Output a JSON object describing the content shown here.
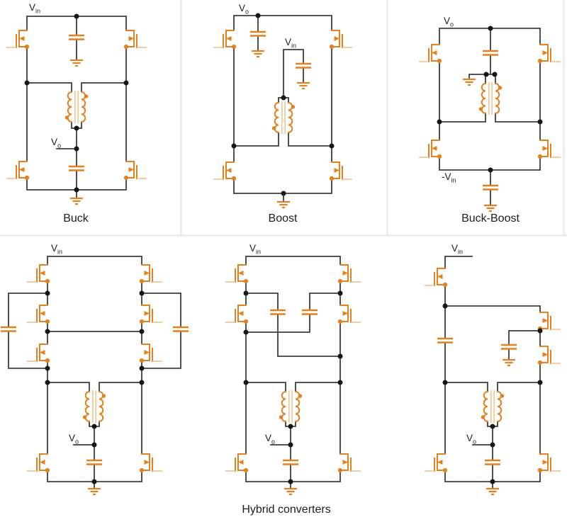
{
  "figure": {
    "colors": {
      "background": "#ffffff",
      "wire": "#3d3d3d",
      "node": "#161616",
      "accent": "#e2811f",
      "accent_light": "#eec99b",
      "divider": "#e7e7e5",
      "text": "#1d1d1d"
    },
    "symbols": [
      "mosfet-icon",
      "capacitor-icon",
      "ground-icon",
      "coupled-inductor-icon",
      "junction-dot"
    ]
  },
  "panels": {
    "buck": {
      "title": "Buck",
      "vin": {
        "base": "V",
        "sub": "in"
      },
      "vo": {
        "base": "V",
        "sub": "o"
      }
    },
    "boost": {
      "title": "Boost",
      "vin": {
        "base": "V",
        "sub": "in"
      },
      "vo": {
        "base": "V",
        "sub": "o"
      }
    },
    "buckboost": {
      "title": "Buck-Boost",
      "vin": {
        "base": "-V",
        "sub": "in"
      },
      "vo": {
        "base": "V",
        "sub": "o"
      }
    },
    "hybrid1": {
      "vin": {
        "base": "V",
        "sub": "in"
      },
      "vo": {
        "base": "V",
        "sub": "o"
      }
    },
    "hybrid2": {
      "vin": {
        "base": "V",
        "sub": "in"
      },
      "vo": {
        "base": "V",
        "sub": "o"
      }
    },
    "hybrid3": {
      "vin": {
        "base": "V",
        "sub": "in"
      },
      "vo": {
        "base": "V",
        "sub": "o"
      }
    },
    "hybrid_title": "Hybrid converters"
  }
}
